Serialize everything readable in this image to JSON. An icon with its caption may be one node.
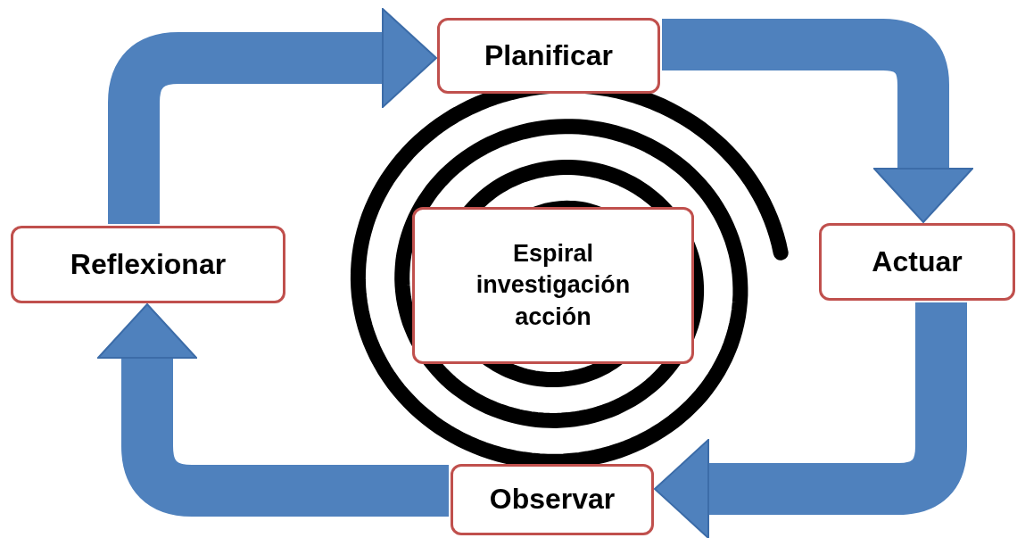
{
  "diagram": {
    "nodes": [
      {
        "text": [
          "Planificar"
        ]
      },
      {
        "text": [
          "Actuar"
        ]
      },
      {
        "text": [
          "Observar"
        ]
      },
      {
        "text": [
          "Reflexionar"
        ]
      },
      {
        "text": [
          "Espiral investigación acción"
        ]
      }
    ],
    "edges": [
      {
        "from": 0,
        "to": 1,
        "arrow": "to"
      },
      {
        "from": 1,
        "to": 2,
        "arrow": "to"
      },
      {
        "from": 2,
        "to": 3,
        "arrow": "to"
      },
      {
        "from": 3,
        "to": 0,
        "arrow": "to"
      }
    ]
  }
}
